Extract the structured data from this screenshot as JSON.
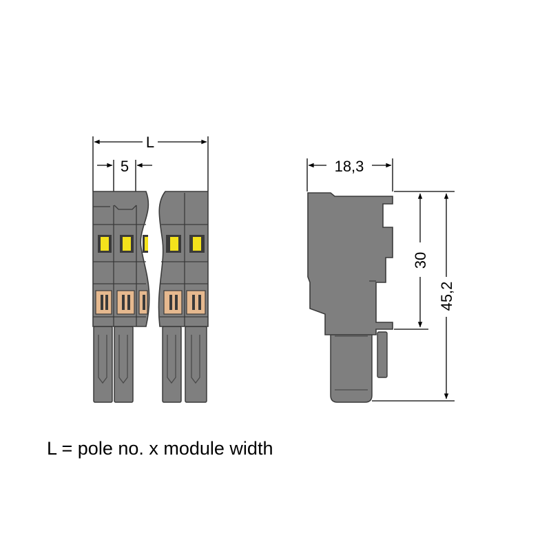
{
  "dimensions": {
    "overall_length": "L",
    "module_width": "5",
    "depth": "18,3",
    "body_height": "30",
    "total_height": "45,2"
  },
  "note": "L = pole no. x module width",
  "colors": {
    "housing": "#7f7f7f",
    "housing_dark": "#6e6e6e",
    "outline": "#3a3a3a",
    "release_button": "#f4e21c",
    "contact": "#e6b98f",
    "dimension_line": "#000000"
  }
}
